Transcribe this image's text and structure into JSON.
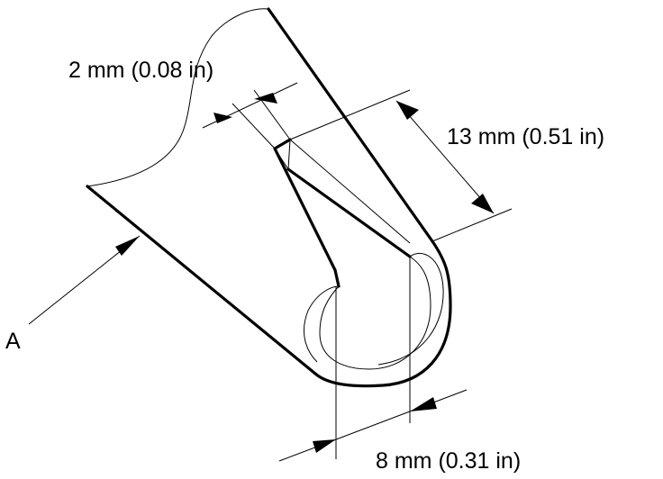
{
  "labels": {
    "callout": "A",
    "thickness": "2 mm (0.08 in)",
    "depth": "13 mm (0.51 in)",
    "width": "8 mm (0.31 in)"
  },
  "colors": {
    "line": "#000000",
    "background": "#ffffff"
  }
}
